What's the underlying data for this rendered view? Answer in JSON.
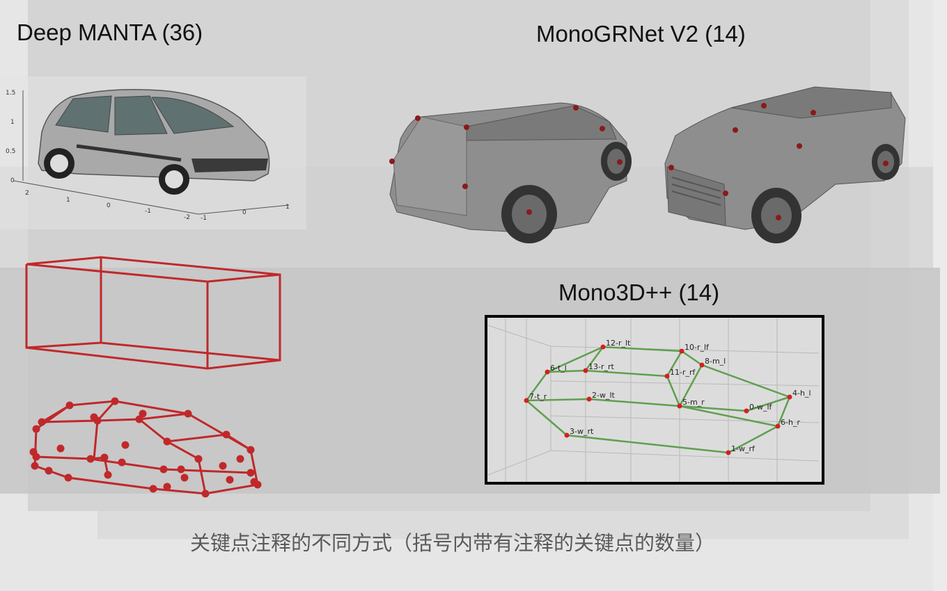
{
  "titles": {
    "deep_manta": "Deep MANTA (36)",
    "monogrnet": "MonoGRNet V2 (14)",
    "mono3d": "Mono3D++ (14)"
  },
  "caption": "关键点注释的不同方式（括号内带有注释的关键点的数量）",
  "plot_axes": {
    "z_ticks": [
      "1.5",
      "1",
      "0.5",
      "0"
    ],
    "x_ticks": [
      "2",
      "1",
      "0",
      "-1",
      "-2"
    ],
    "y_ticks": [
      "-1",
      "0",
      "1"
    ]
  },
  "mono3d_keypoints": [
    "12-r_lt",
    "10-r_lf",
    "13-r_rt",
    "8-m_l",
    "6-t_l",
    "11-r_rf",
    "7-t_r",
    "2-w_lt",
    "5-m_r",
    "0-w_lf",
    "4-h_l",
    "6-h_r",
    "3-w_rt",
    "1-w_rf"
  ],
  "colors": {
    "wireframe_red": "#c0282a",
    "keypoint_green": "#5f9f4f",
    "keypoint_dot": "#d22020",
    "car_grey": "#8a8a8a"
  }
}
